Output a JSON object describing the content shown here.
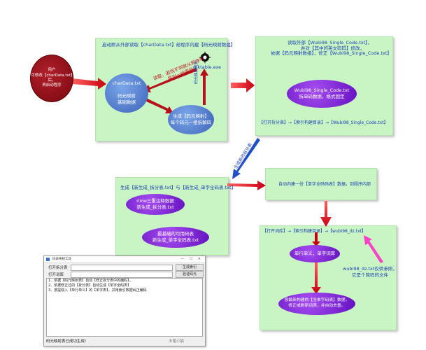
{
  "user_node": {
    "label": "用户\n可修改【charData.txt】后，\n再启动程序"
  },
  "panel1": {
    "title": "启动即从外部读取【charData.txt】给程序内建【码元映射数组】",
    "chardata": "charData.txt\n\n码元映射\n基础数据",
    "generate": "生成【码元映射】\n每个码元一组拆解码",
    "mktable": "mktable.exe",
    "read_write_label": "读取、若找不到就从程序中\n导出一份原始",
    "sync_label": "码元映射同步"
  },
  "panel2": {
    "line1": "读取外部【Wubi98_Single_Code.txt】，",
    "line2": "并对【其中的英文码码】修改，",
    "line3": "依据【码元映射数组】，修正【Wubi98_Single_Code.txt】",
    "ellipse": "Wubi98_Single_Code.txt\n拆单码数据，格式固定",
    "path": "【打开拆分表】→【索引构建目录】→【Wubi98_Single_Code.txt】"
  },
  "diag_label": "生成新的拆分表",
  "panel3": {
    "title": "生成【新生成_拆分表.txt】与【新生成_单字全码表.txt】",
    "ell1": "rime三重注释数据\n新生成_拆分表.txt",
    "ell2": "最基础的可用码表\n新生成_单字全码表.txt"
  },
  "panel4": {
    "text": "自动内建一份【单字全码码表】数据，到程序内部"
  },
  "panel5": {
    "path": "【打开词库】→【索引构建目录】→【wubi98_dz.txt】",
    "ell1": "单行单义，单字词库",
    "note": "wubi98_dz.txt仅供参照，\n它是个简码的文件",
    "ell2": "按最新构建的【全单字码表】数据，\n修正或刷新词表，并自动去重。"
  },
  "window": {
    "title": "码表映射工具",
    "label1": "打开拆分表",
    "label2": "打开词库",
    "btn1": "生成索引",
    "btn2": "验证码元",
    "lines": [
      "1、依据【码元映射表】自动【修正拆分表中的编码】。",
      "2、依据修正过的【拆分表】自动生成【单字全码表】",
      "3、按提取入【单行单义】的【单字表】，并用索引数据纠正编码"
    ],
    "status": "码元映射表已成功生成!",
    "status_right": "五笔小狐"
  },
  "colors": {
    "panel_green": "#c9f5c5",
    "user_red": "#8c0a14",
    "blue_ellipse": "#4d7bcf",
    "purple_ellipse": "#7b10d0",
    "arrow_red": "#e0141e",
    "text_blue": "#1a3fb0",
    "magenta": "#ff40c8"
  }
}
